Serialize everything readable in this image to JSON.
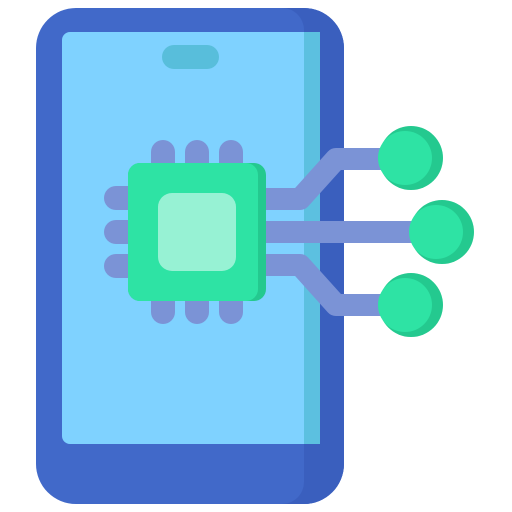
{
  "icon": {
    "name": "smartphone-chip-icon",
    "parts": [
      "smartphone",
      "screen",
      "speaker-notch",
      "microchip",
      "circuit-traces",
      "circuit-nodes"
    ]
  },
  "colors": {
    "phone_body": "#4169C9",
    "phone_body_shadow": "#3A5FBE",
    "screen": "#7FD2FF",
    "screen_shade": "#5CC0E0",
    "notch": "#58BEDB",
    "chip": "#2EE3A4",
    "chip_shade": "#24C98F",
    "chip_core": "#97F2D4",
    "pins": "#7B93D6",
    "traces": "#7B93D6",
    "node": "#2EE3A4",
    "node_shade": "#24C98F"
  }
}
